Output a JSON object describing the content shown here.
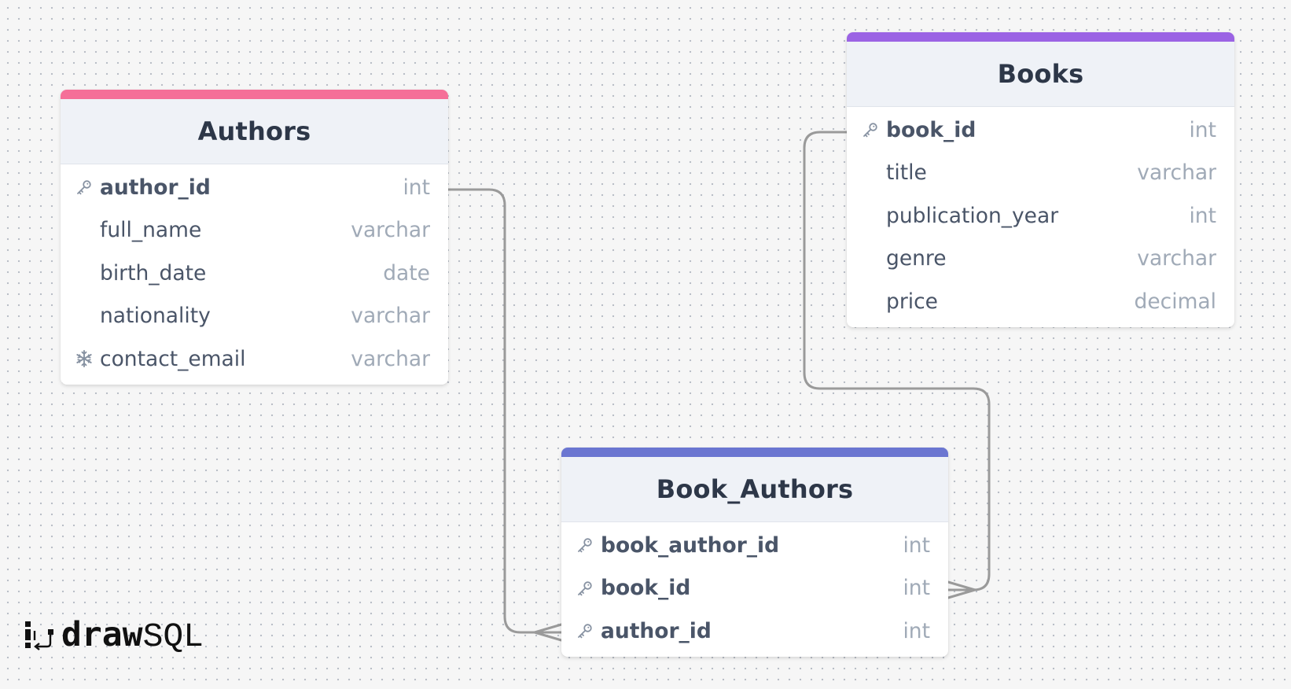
{
  "colors": {
    "authors_accent": "#f56f98",
    "books_accent": "#9b63e4",
    "book_authors_accent": "#6b76d1",
    "connector": "#9a9a9a"
  },
  "tables": {
    "authors": {
      "title": "Authors",
      "columns": [
        {
          "name": "author_id",
          "type": "int",
          "icon": "key-icon",
          "key": true
        },
        {
          "name": "full_name",
          "type": "varchar",
          "icon": "",
          "key": false
        },
        {
          "name": "birth_date",
          "type": "date",
          "icon": "",
          "key": false
        },
        {
          "name": "nationality",
          "type": "varchar",
          "icon": "",
          "key": false
        },
        {
          "name": "contact_email",
          "type": "varchar",
          "icon": "snowflake-icon",
          "key": false
        }
      ]
    },
    "books": {
      "title": "Books",
      "columns": [
        {
          "name": "book_id",
          "type": "int",
          "icon": "key-icon",
          "key": true
        },
        {
          "name": "title",
          "type": "varchar",
          "icon": "",
          "key": false
        },
        {
          "name": "publication_year",
          "type": "int",
          "icon": "",
          "key": false
        },
        {
          "name": "genre",
          "type": "varchar",
          "icon": "",
          "key": false
        },
        {
          "name": "price",
          "type": "decimal",
          "icon": "",
          "key": false
        }
      ]
    },
    "book_authors": {
      "title": "Book_Authors",
      "columns": [
        {
          "name": "book_author_id",
          "type": "int",
          "icon": "key-icon",
          "key": true
        },
        {
          "name": "book_id",
          "type": "int",
          "icon": "key-icon",
          "key": true
        },
        {
          "name": "author_id",
          "type": "int",
          "icon": "key-icon",
          "key": true
        }
      ]
    }
  },
  "relationships": [
    {
      "from": "Authors.author_id",
      "to": "Book_Authors.author_id",
      "cardinality": "one-to-many"
    },
    {
      "from": "Books.book_id",
      "to": "Book_Authors.book_id",
      "cardinality": "one-to-many"
    }
  ],
  "logo": {
    "part1": "draw",
    "part2": "SQL"
  }
}
